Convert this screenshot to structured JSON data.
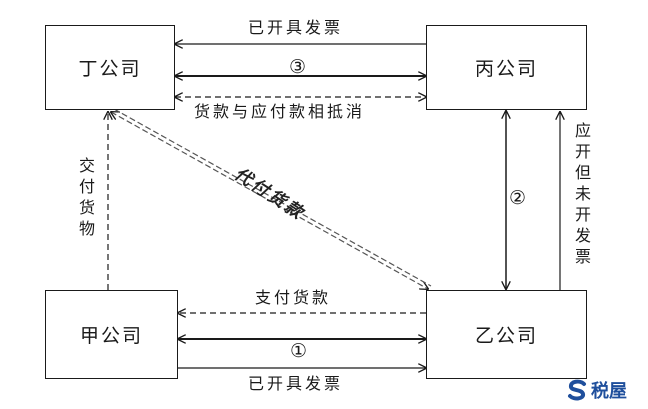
{
  "nodes": {
    "ding": "丁公司",
    "bing": "丙公司",
    "jia": "甲公司",
    "yi": "乙公司"
  },
  "edges": {
    "bing_to_ding_invoice": "已开具发票",
    "ding_bing_contract": "③",
    "offset_payment": "货款与应付款相抵消",
    "jia_to_ding_goods": "交付货物",
    "proxy_payment": "代付货款",
    "bing_yi_contract": "②",
    "should_invoice": "应开但未开发票",
    "pay_goods": "支付货款",
    "jia_yi_contract": "①",
    "yi_to_jia_invoice": "已开具发票"
  },
  "logo": {
    "text": "税屋",
    "color": "#1f4f9c"
  }
}
